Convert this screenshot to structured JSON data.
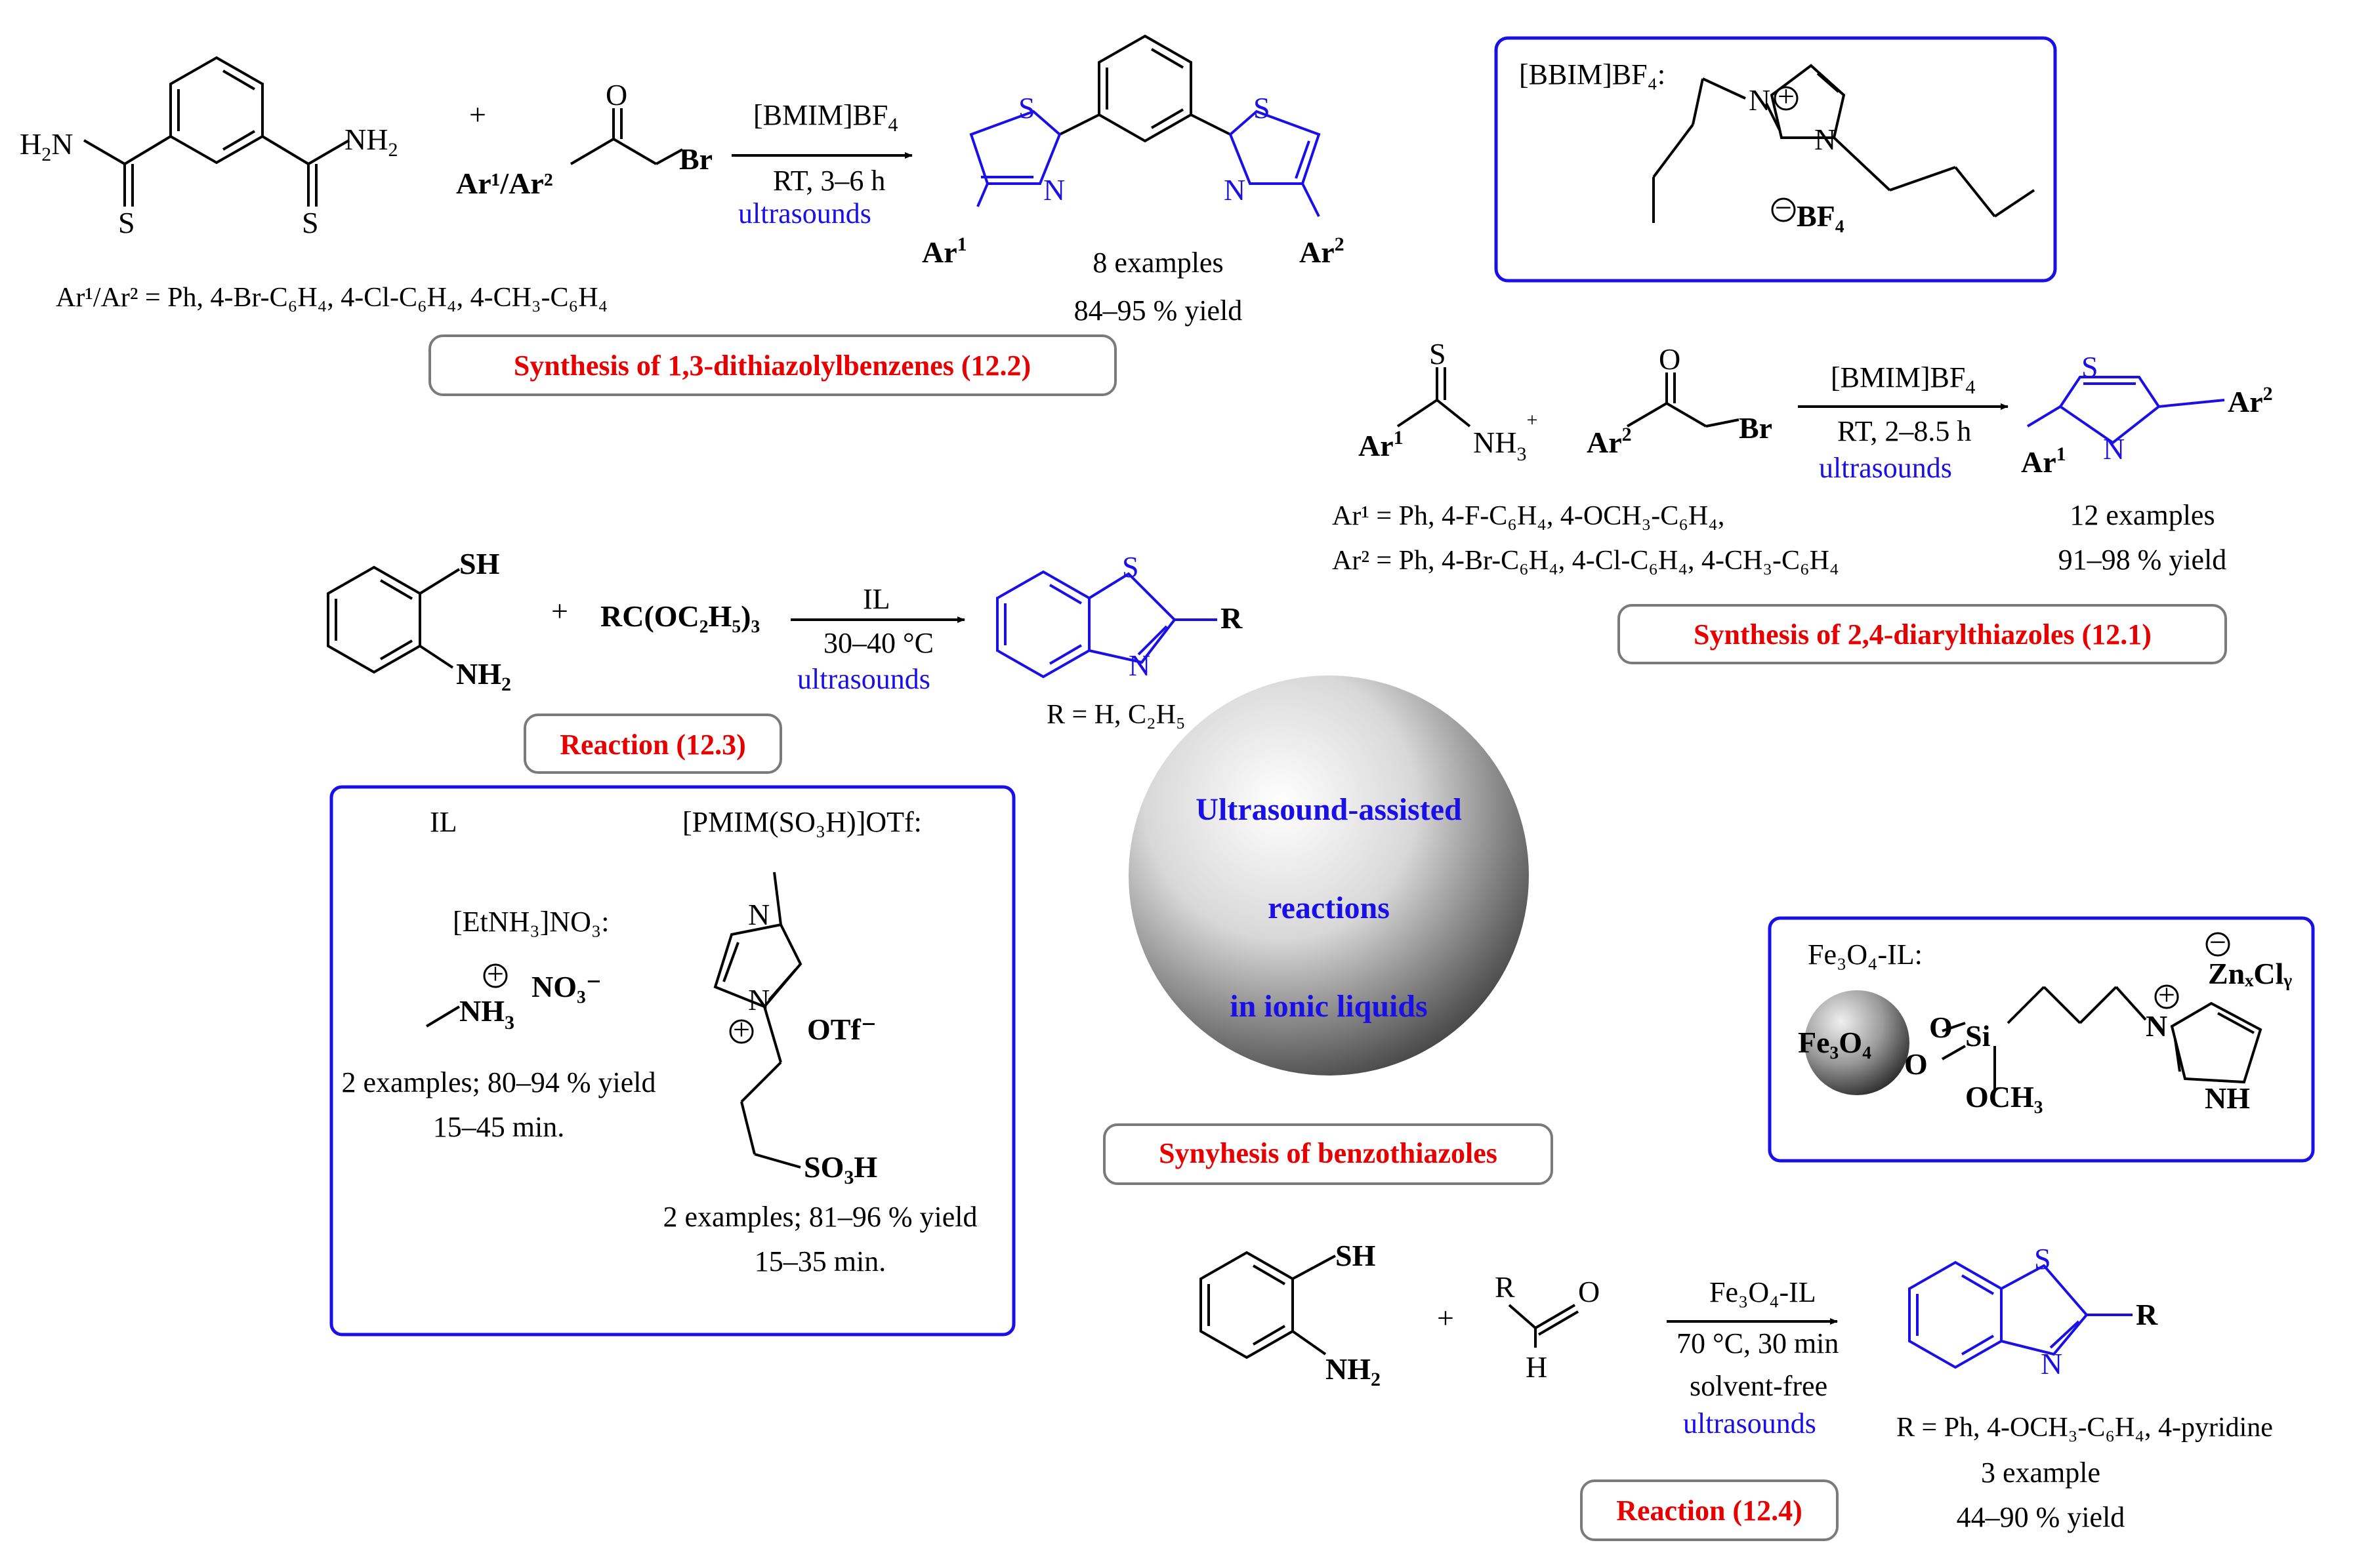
{
  "center": {
    "line1": "Ultrasound-assisted",
    "line2": "reactions",
    "line3": "in ionic liquids"
  },
  "titles": {
    "r12_2": "Synthesis of  1,3-dithiazolylbenzenes (12.2)",
    "r12_1": "Synthesis of 2,4-diarylthiazoles (12.1)",
    "r12_3": "Reaction (12.3)",
    "benzo": "Synyhesis of benzothiazoles",
    "r12_4": "Reaction (12.4)"
  },
  "r12_2": {
    "catalyst": "[BMIM]BF",
    "catalyst_sub": "4",
    "time": "RT, 3–6 h",
    "us": "ultrasounds",
    "examples": "8 examples",
    "yield": "84–95 % yield",
    "plus": "+",
    "reagent": "Ar¹/Ar²",
    "subst": "Ar¹/Ar² = Ph, 4-Br-C₆H₄, 4-Cl-C₆H₄, 4-CH₃-C₆H₄"
  },
  "bbim": {
    "label": "[BBIM]BF₄:",
    "anion": "BF₄"
  },
  "r12_1": {
    "catalyst": "[BMIM]BF",
    "catalyst_sub": "4",
    "time": "RT, 2–8.5 h",
    "us": "ultrasounds",
    "examples": "12 examples",
    "yield": "91–98 % yield",
    "subst1": "Ar¹ = Ph, 4-F-C₆H₄, 4-OCH₃-C₆H₄,",
    "subst2": "Ar² = Ph, 4-Br-C₆H₄, 4-Cl-C₆H₄, 4-CH₃-C₆H₄"
  },
  "r12_3": {
    "plus": "+",
    "reagent": "RC(OC₂H₅)₃",
    "il": "IL",
    "temp": "30–40 °C",
    "us": "ultrasounds",
    "r": "R = H, C₂H₅"
  },
  "ilbox": {
    "il": "IL",
    "pmim": "[PMIM(SO₃H)]OTf:",
    "etnh3": "[EtNH₃]NO₃:",
    "no3": "NO₃⁻",
    "otf": "OTf⁻",
    "ex1": "2 examples; 80–94 % yield",
    "t1": "15–45 min.",
    "ex2": "2 examples; 81–96 % yield",
    "t2": "15–35 min."
  },
  "fe3o4": {
    "label": "Fe₃O₄-IL:",
    "core": "Fe₃O₄",
    "anion": "ZnₓClᵧ",
    "och3": "OCH₃"
  },
  "r12_4": {
    "plus": "+",
    "cat": "Fe₃O₄-IL",
    "cond": "70 °C, 30 min",
    "sf": "solvent-free",
    "us": "ultrasounds",
    "r": "R = Ph, 4-OCH₃-C₆H₄, 4-pyridine",
    "examples": "3 example",
    "yield": "44–90 % yield"
  },
  "colors": {
    "blue": "#1a10e6",
    "red": "#e80000",
    "box_border": "#1a10e6",
    "label_border": "#7a7a7a"
  }
}
